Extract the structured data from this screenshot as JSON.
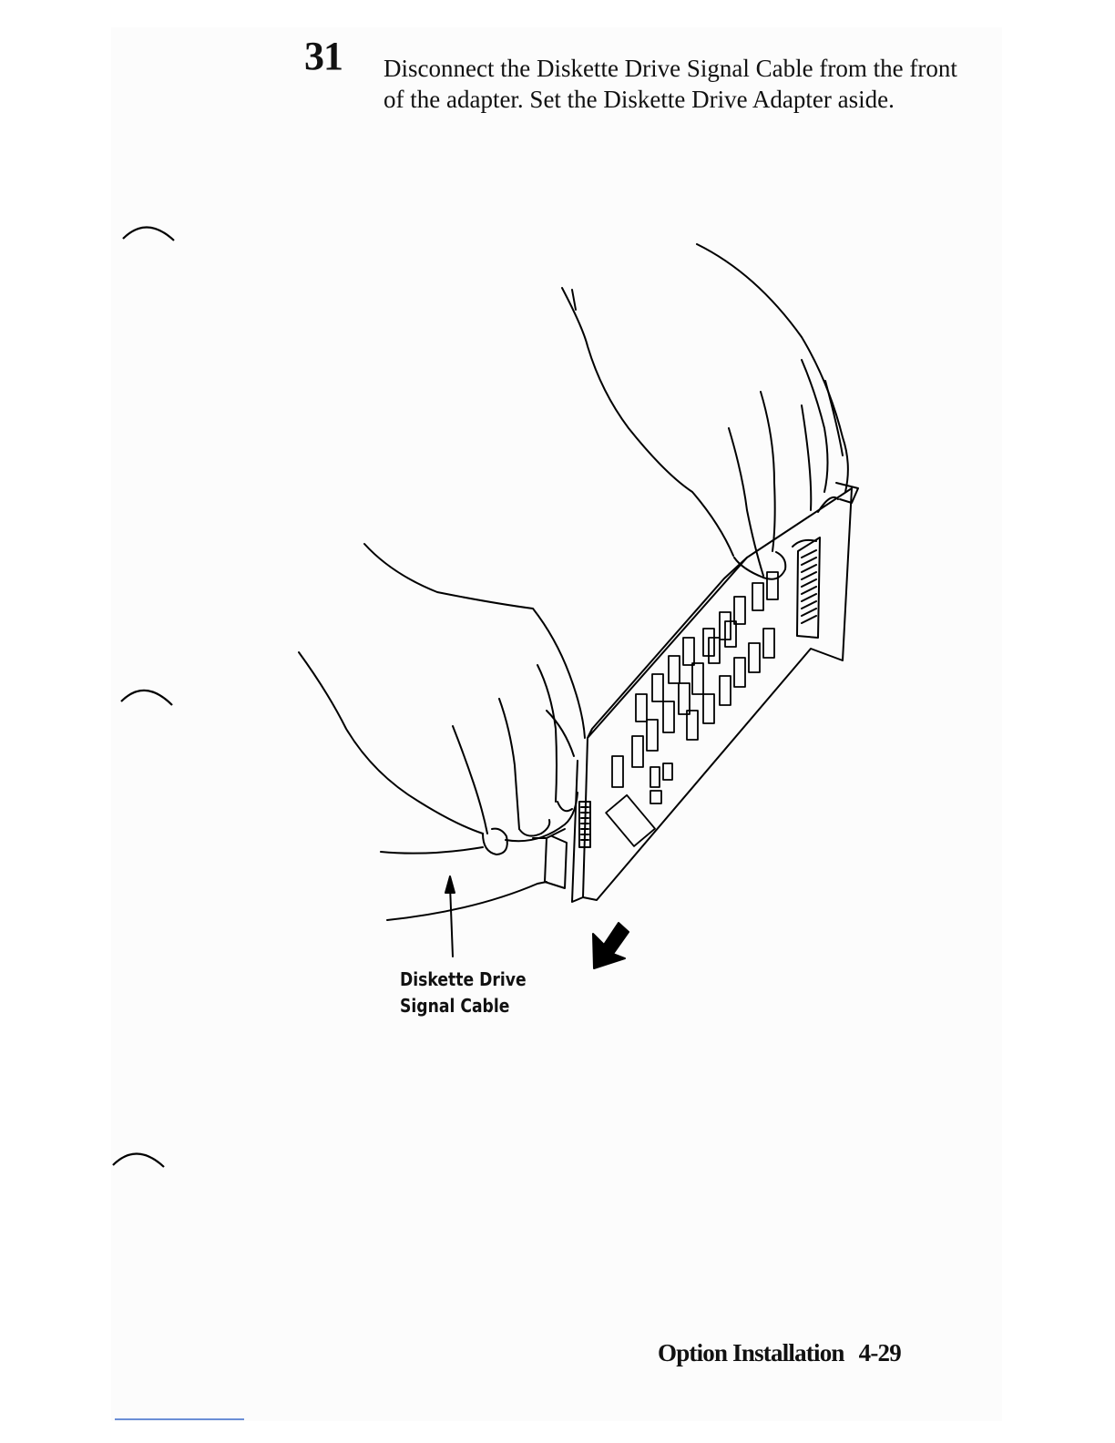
{
  "step": {
    "number": "31",
    "text": "Disconnect the Diskette Drive Signal Cable from the front of the adapter. Set the Diskette Drive Adapter aside."
  },
  "figure": {
    "callout": {
      "line1": "Diskette Drive",
      "line2": "Signal Cable"
    }
  },
  "footer": {
    "section": "Option Installation",
    "page": "4-29"
  }
}
